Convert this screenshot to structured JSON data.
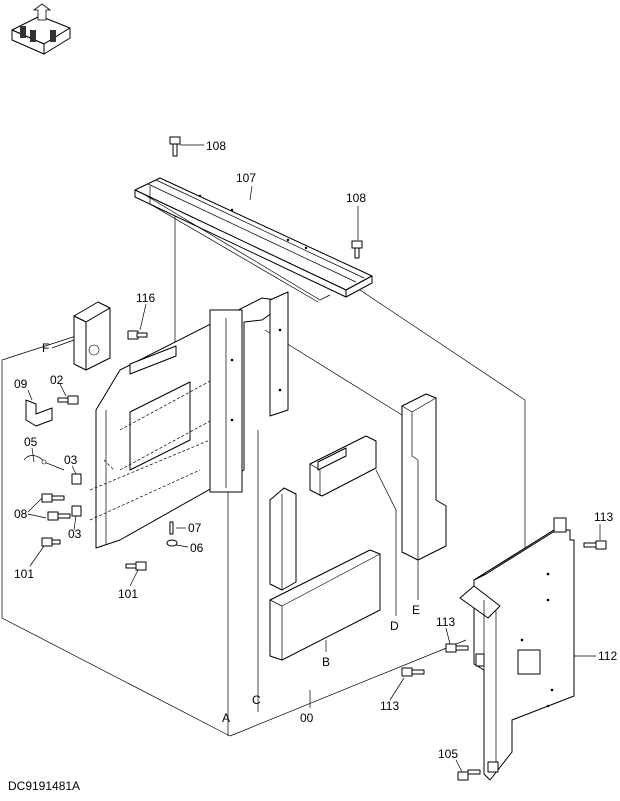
{
  "drawing_code": "DC9191481A",
  "callouts": {
    "c108a": "108",
    "c107": "107",
    "c108b": "108",
    "c116": "116",
    "cF": "F",
    "c09": "09",
    "c02": "02",
    "c05": "05",
    "c03a": "03",
    "c08": "08",
    "c03b": "03",
    "c07": "07",
    "c06": "06",
    "c101a": "101",
    "c101b": "101",
    "c113a": "113",
    "c113b": "113",
    "c113c": "113",
    "c112": "112",
    "c105": "105",
    "cA": "A",
    "cB": "B",
    "cC": "C",
    "cD": "D",
    "cE": "E",
    "c00": "00"
  }
}
